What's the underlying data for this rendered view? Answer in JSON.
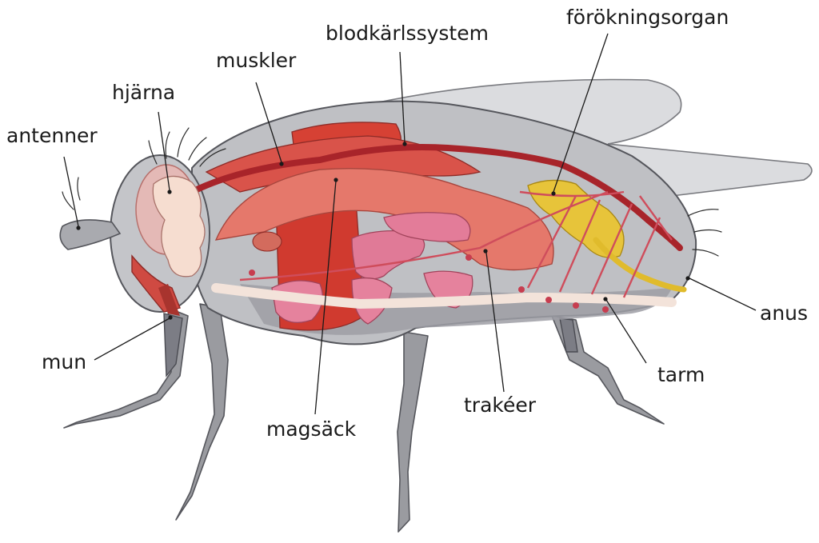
{
  "labels": {
    "antenner": "antenner",
    "hjarna": "hjärna",
    "muskler": "muskler",
    "blodkarlssystem": "blodkärlssystem",
    "forokningsorgan": "förökningsorgan",
    "anus": "anus",
    "mun": "mun",
    "magsack": "magsäck",
    "trakeer": "trakéer",
    "tarm": "tarm"
  }
}
